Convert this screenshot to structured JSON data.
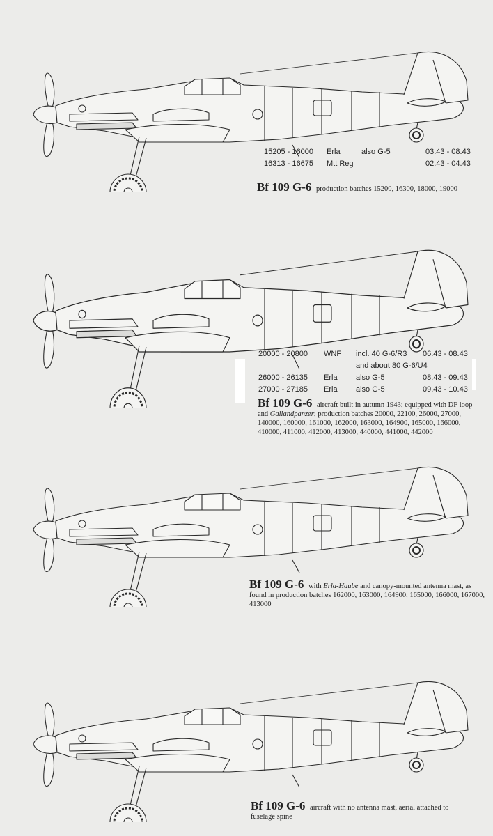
{
  "profiles": [
    {
      "name": "Bf 109 G-6",
      "production": [
        {
          "werknummer": "15205 - 16000",
          "factory": "Erla",
          "note": "also G-5",
          "dates": "03.43 - 08.43"
        },
        {
          "werknummer": "16313 - 16675",
          "factory": "Mtt Reg",
          "note": "",
          "dates": "02.43 - 04.43"
        }
      ],
      "caption_pre": "production batches 15200, 16300, 18000, 19000",
      "caption_italic": "",
      "caption_post": ""
    },
    {
      "name": "Bf 109 G-6",
      "production": [
        {
          "werknummer": "20000 - 20800",
          "factory": "WNF",
          "note": "incl. 40 G-6/R3",
          "dates": "06.43 - 08.43"
        },
        {
          "werknummer": "",
          "factory": "",
          "note": "and about 80 G-6/U4",
          "dates": ""
        },
        {
          "werknummer": "26000 - 26135",
          "factory": "Erla",
          "note": "also G-5",
          "dates": "08.43 - 09.43"
        },
        {
          "werknummer": "27000 - 27185",
          "factory": "Erla",
          "note": "also G-5",
          "dates": "09.43 - 10.43"
        }
      ],
      "caption_pre": "aircraft built in autumn 1943; equipped with DF loop and",
      "caption_italic": "Gallandpanzer",
      "caption_post": "; production batches 20000, 22100, 26000, 27000, 140000, 160000, 161000, 162000, 163000, 164900, 165000, 166000, 410000, 411000, 412000, 413000, 440000, 441000, 442000"
    },
    {
      "name": "Bf 109 G-6",
      "production": [],
      "caption_pre": "with",
      "caption_italic": "Erla-Haube",
      "caption_post": "and canopy-mounted antenna mast, as found in production batches 162000, 163000, 164900, 165000, 166000, 167000, 413000"
    },
    {
      "name": "Bf 109 G-6",
      "production": [],
      "caption_pre": "aircraft with no antenna mast, aerial attached to fuselage spine",
      "caption_italic": "",
      "caption_post": ""
    }
  ]
}
